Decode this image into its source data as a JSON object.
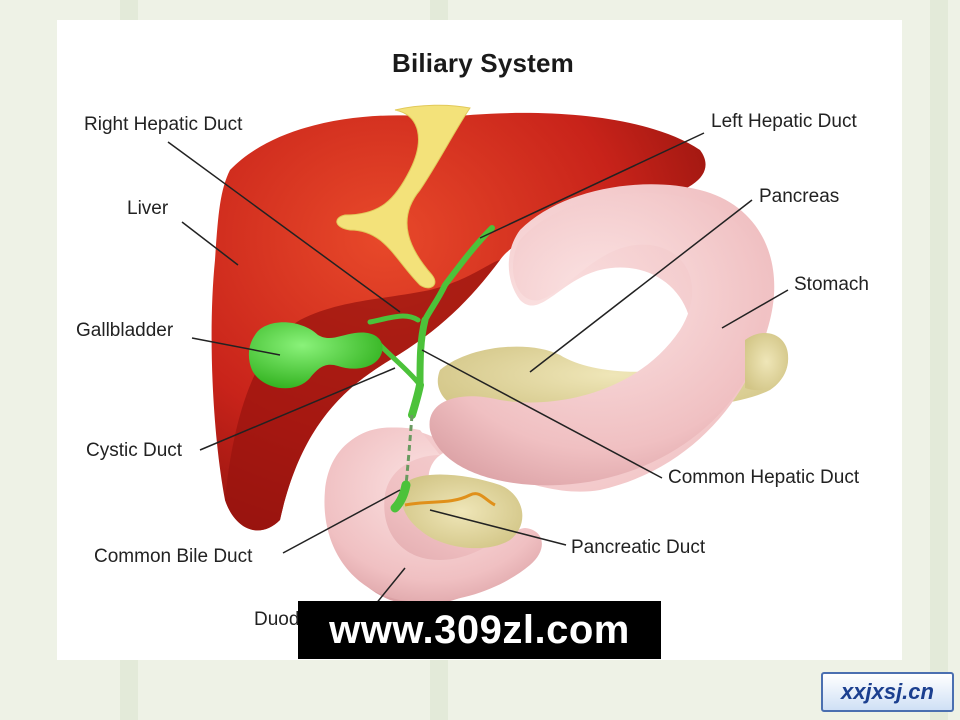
{
  "title": "Biliary System",
  "labels": {
    "right_hepatic_duct": "Right Hepatic Duct",
    "left_hepatic_duct": "Left Hepatic Duct",
    "liver": "Liver",
    "pancreas": "Pancreas",
    "stomach": "Stomach",
    "gallbladder": "Gallbladder",
    "cystic_duct": "Cystic Duct",
    "common_hepatic_duct": "Common Hepatic Duct",
    "common_bile_duct": "Common Bile Duct",
    "pancreatic_duct": "Pancreatic Duct",
    "duodenum_partial": "Duod"
  },
  "watermark": "www.309zl.com",
  "corner_logo": "xxjxsj.cn",
  "colors": {
    "liver": "#c8231a",
    "liver_dark": "#9c140f",
    "stomach": "#f2c6c6",
    "gallbladder": "#3fd22a",
    "ducts": "#4cc23a",
    "pancreas": "#e6dca0",
    "ligament": "#f3e27a"
  }
}
